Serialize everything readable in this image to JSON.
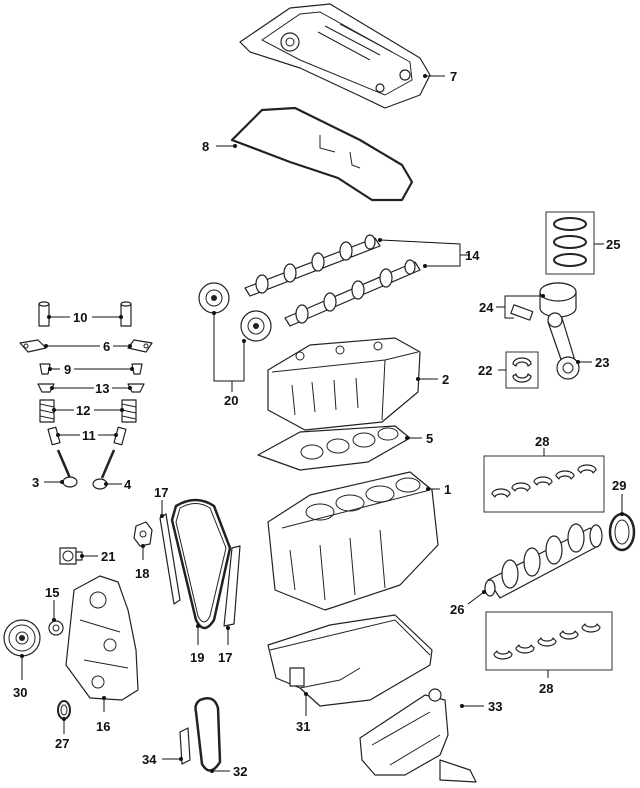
{
  "diagram": {
    "callouts": {
      "c1": "1",
      "c2": "2",
      "c3": "3",
      "c4": "4",
      "c5": "5",
      "c6": "6",
      "c7": "7",
      "c8": "8",
      "c9": "9",
      "c10": "10",
      "c11": "11",
      "c12": "12",
      "c13": "13",
      "c14": "14",
      "c15": "15",
      "c16": "16",
      "c17a": "17",
      "c17b": "17",
      "c18": "18",
      "c19": "19",
      "c20": "20",
      "c21": "21",
      "c22": "22",
      "c23": "23",
      "c24": "24",
      "c25": "25",
      "c26": "26",
      "c27": "27",
      "c28a": "28",
      "c28b": "28",
      "c29": "29",
      "c30": "30",
      "c31": "31",
      "c32": "32",
      "c33": "33",
      "c34": "34"
    }
  }
}
